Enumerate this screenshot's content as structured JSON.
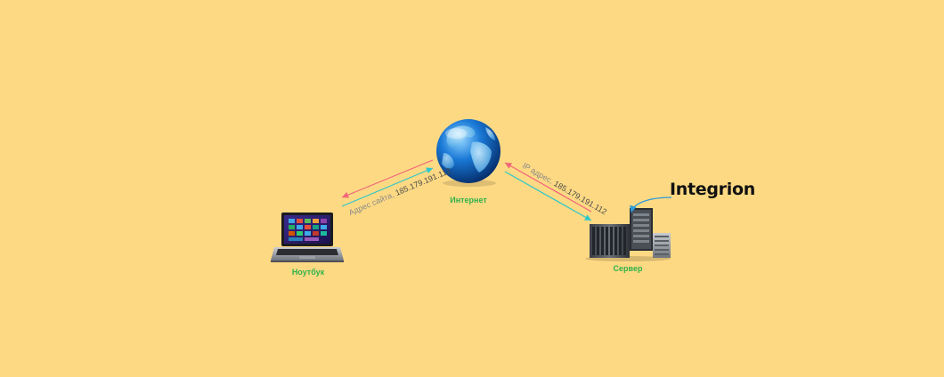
{
  "nodes": {
    "internet": {
      "label": "Интернет"
    },
    "laptop": {
      "label": "Ноутбук"
    },
    "server": {
      "label": "Сервер"
    }
  },
  "edges": {
    "laptop_internet": {
      "prefix": "Адрес сайта,",
      "value": "185.179.191.112"
    },
    "internet_server": {
      "prefix": "IP адрес,",
      "value": "185.179.191.112"
    }
  },
  "brand": {
    "name": "Integrion"
  },
  "colors": {
    "background": "#fdd983",
    "label_green": "#2fb24a",
    "arrow_pink": "#f0657a",
    "arrow_cyan": "#2ec7c9"
  },
  "icons": {
    "internet": "globe-icon",
    "laptop": "laptop-icon",
    "server": "server-rack-icon"
  }
}
